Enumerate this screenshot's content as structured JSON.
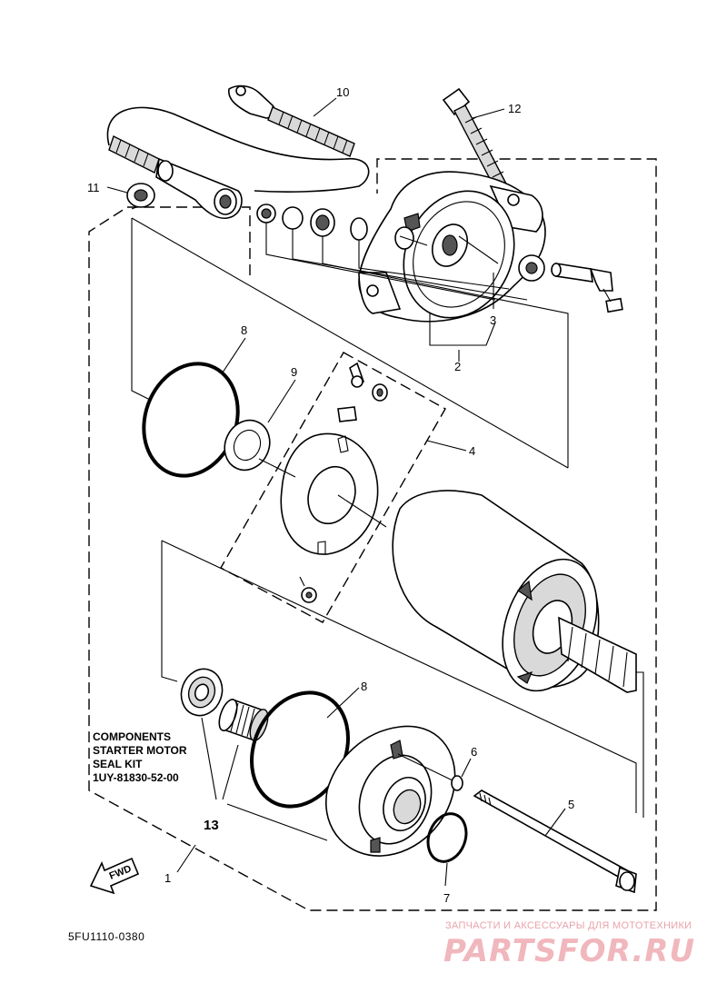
{
  "callouts": {
    "p1": "1",
    "p2": "2",
    "p3": "3",
    "p4": "4",
    "p5": "5",
    "p6": "6",
    "p7": "7",
    "p8a": "8",
    "p8b": "8",
    "p9": "9",
    "p10": "10",
    "p11": "11",
    "p12": "12",
    "p13": "13"
  },
  "note": {
    "line1": "COMPONENTS",
    "line2": "STARTER MOTOR",
    "line3": "SEAL KIT",
    "line4": "1UY-81830-52-00"
  },
  "fwd_label": "FWD",
  "drawing_code": "5FU1110-0380",
  "watermark": {
    "tagline": "ЗАПЧАСТИ И АКСЕССУАРЫ ДЛЯ МОТОТЕХНИКИ",
    "brand": "PARTSFOR.RU",
    "color": "#f0b7bd"
  },
  "icons": [
    "fwd-arrow-icon"
  ]
}
